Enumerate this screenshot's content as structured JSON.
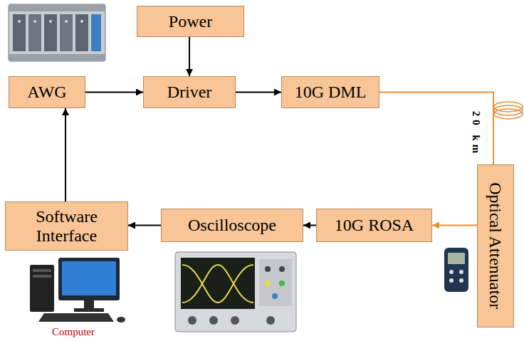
{
  "diagram": {
    "nodes": [
      {
        "text": [
          "Power"
        ]
      },
      {
        "text": [
          "AWG"
        ]
      },
      {
        "text": [
          "Driver"
        ]
      },
      {
        "text": [
          "10G DML"
        ]
      },
      {
        "text": [
          "Software Interface"
        ]
      },
      {
        "text": [
          "Oscilloscope"
        ]
      },
      {
        "text": [
          "10G ROSA"
        ]
      },
      {
        "text": [
          "Optical Attenuator"
        ]
      }
    ],
    "edges": [
      {
        "from": 0,
        "to": 2,
        "arrow": "to"
      },
      {
        "from": 1,
        "to": 2,
        "arrow": "to"
      },
      {
        "from": 2,
        "to": 3,
        "arrow": "to"
      },
      {
        "from": 3,
        "to": 7,
        "arrow": "none"
      },
      {
        "from": 7,
        "to": 6,
        "arrow": "to"
      },
      {
        "from": 6,
        "to": 5,
        "arrow": "to"
      },
      {
        "from": 5,
        "to": 4,
        "arrow": "to"
      },
      {
        "from": 4,
        "to": 1,
        "arrow": "to"
      }
    ],
    "labels": [
      "20 km",
      "Computer"
    ]
  }
}
